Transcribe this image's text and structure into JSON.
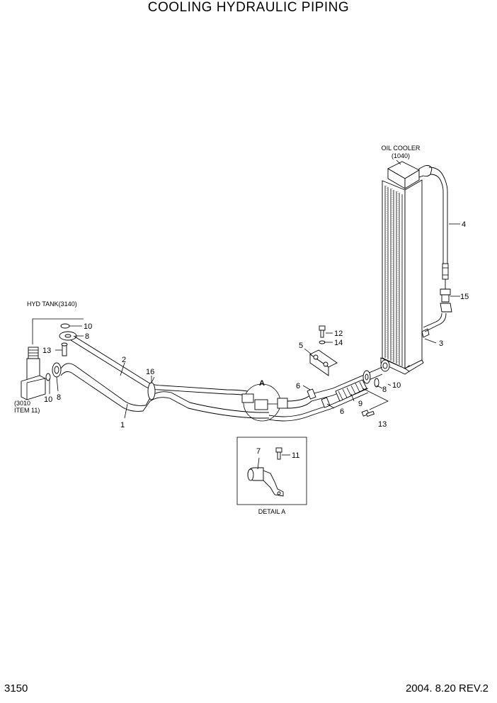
{
  "title": "COOLING HYDRAULIC PIPING",
  "page_number": "3150",
  "revision": "2004. 8.20  REV.2",
  "callouts": {
    "oil_cooler_line1": "OIL COOLER",
    "oil_cooler_line2": "(1040)",
    "hyd_tank": "HYD TANK(3140)",
    "ref_3010_line1": "(3010",
    "ref_3010_line2": "ITEM 11)",
    "detail_marker": "A",
    "detail_caption": "DETAIL A"
  },
  "part_numbers": {
    "p1": "1",
    "p2": "2",
    "p3": "3",
    "p4": "4",
    "p5": "5",
    "p6a": "6",
    "p6b": "6",
    "p7": "7",
    "p8a": "8",
    "p8b": "8",
    "p8c": "8",
    "p9": "9",
    "p10a": "10",
    "p10b": "10",
    "p10c": "10",
    "p11": "11",
    "p12": "12",
    "p13a": "13",
    "p13b": "13",
    "p14": "14",
    "p15": "15",
    "p16": "16"
  }
}
